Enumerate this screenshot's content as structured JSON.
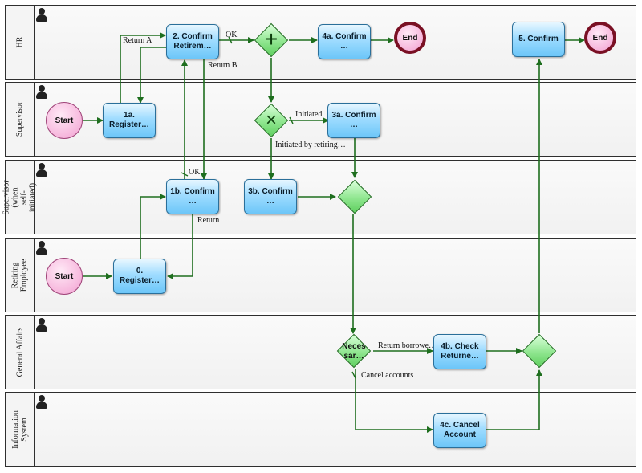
{
  "lanes": [
    {
      "label": "HR"
    },
    {
      "label": "Supervisor"
    },
    {
      "label": "Supervisor (when self-initiated)"
    },
    {
      "label": "Retiring Employee"
    },
    {
      "label": "General Affairs"
    },
    {
      "label": "Information System"
    }
  ],
  "events": {
    "start_supervisor": "Start",
    "start_employee": "Start",
    "end_hr_1": "End",
    "end_hr_2": "End"
  },
  "tasks": {
    "t2": "2. Confirm Retirem…",
    "t4a": "4a. Confirm …",
    "t5": "5. Confirm",
    "t1a": "1a. Register…",
    "t3a": "3a. Confirm …",
    "t1b": "1b. Confirm …",
    "t3b": "3b. Confirm …",
    "t0": "0. Register…",
    "t4b": "4b. Check Returne…",
    "t4c": "4c. Cancel Account"
  },
  "gateways": {
    "necessary": "Neces sar…"
  },
  "flow_labels": {
    "return_a": "Return A",
    "return_b": "Return B",
    "ok": "OK",
    "initiated": "Initiated",
    "initiated_by_retiring": "Initiated by retiring…",
    "ok2": "OK",
    "return": "Return",
    "return_borrowed": "Return borrowe…",
    "cancel_accounts": "Cancel accounts"
  },
  "colors": {
    "task_fill": "#8fd6ff",
    "gateway_fill": "#8fe68f",
    "event_fill": "#f6b6dc",
    "end_border": "#7a1024",
    "flow": "#1e6e1e"
  }
}
